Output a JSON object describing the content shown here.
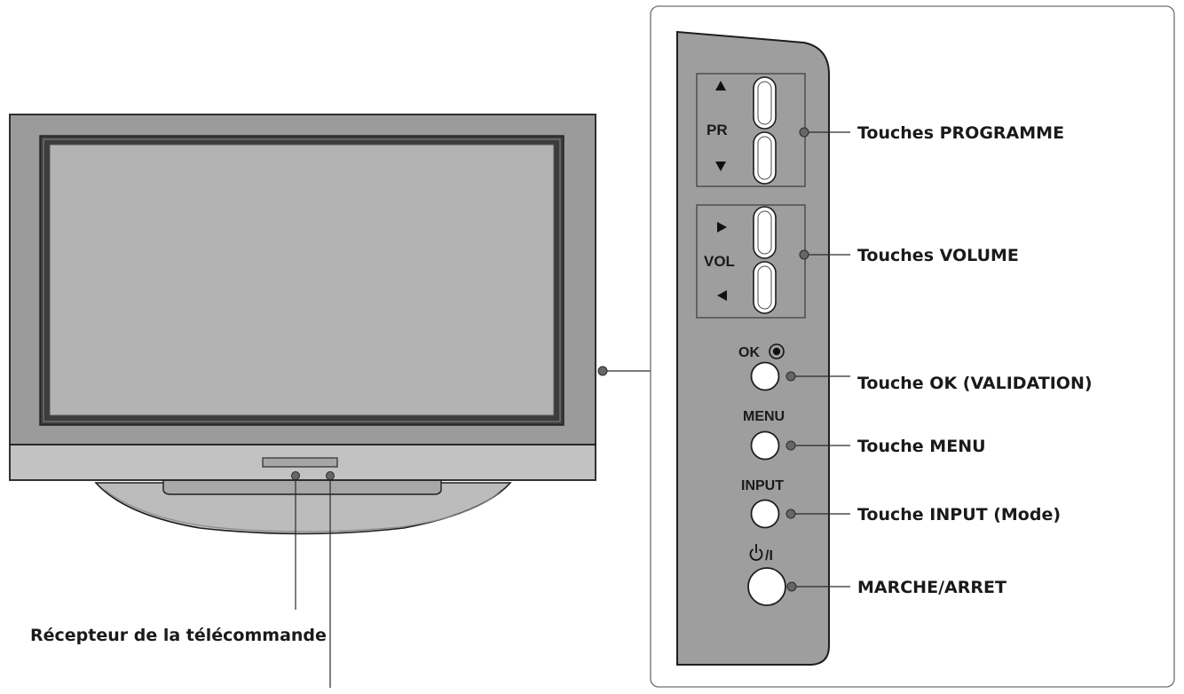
{
  "callouts": {
    "programme": "Touches PROGRAMME",
    "volume": "Touches VOLUME",
    "ok": "Touche OK (VALIDATION)",
    "menu": "Touche MENU",
    "input": "Touche INPUT (Mode)",
    "power": "MARCHE/ARRET",
    "remote_receiver": "Récepteur de la télécommande"
  },
  "panel_labels": {
    "pr": "PR",
    "vol": "VOL",
    "ok": "OK",
    "menu": "MENU",
    "input": "INPUT",
    "power_slash": "/I"
  },
  "colors": {
    "bezel": "#9b9b9b",
    "screen": "#b3b3b3",
    "panel": "#9e9e9e",
    "stand": "#bcbcbc",
    "outline": "#1e1e1e",
    "leader_dot": "#666666"
  }
}
